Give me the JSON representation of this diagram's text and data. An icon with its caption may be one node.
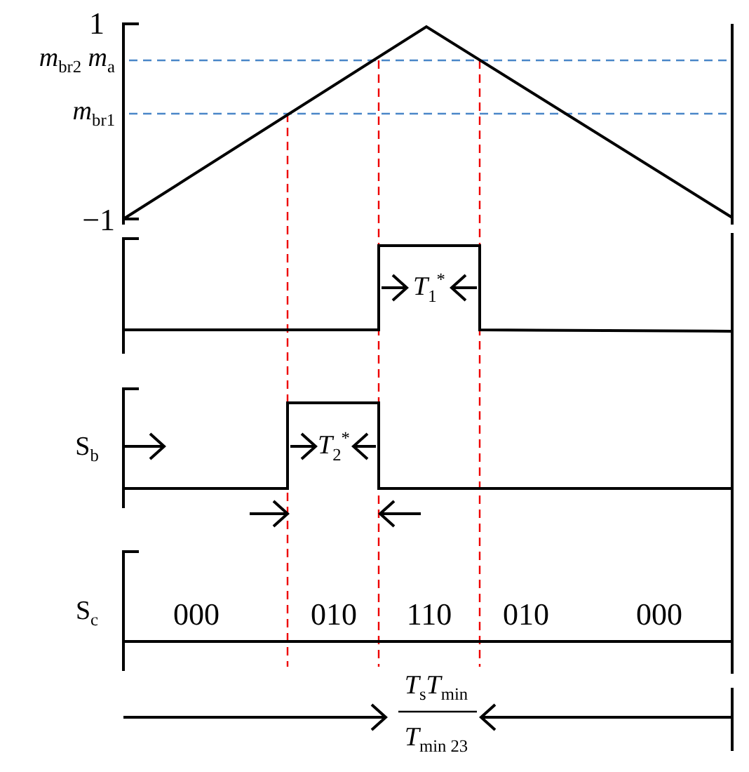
{
  "diagram": {
    "labels": [
      "1",
      "*m*$_{br2}$ *m*$_{a}$",
      "*m*$_{br1}$",
      "−1",
      "*T*$_{1}$$^{*}$",
      "S$_{b}$",
      "*T*$_{2}$$^{*}$",
      "S$_{c}$",
      "000",
      "010",
      "110",
      "010",
      "000",
      "*T*$_{s}$*T*$_{min}$",
      "*T*$_{min 23}$"
    ]
  }
}
